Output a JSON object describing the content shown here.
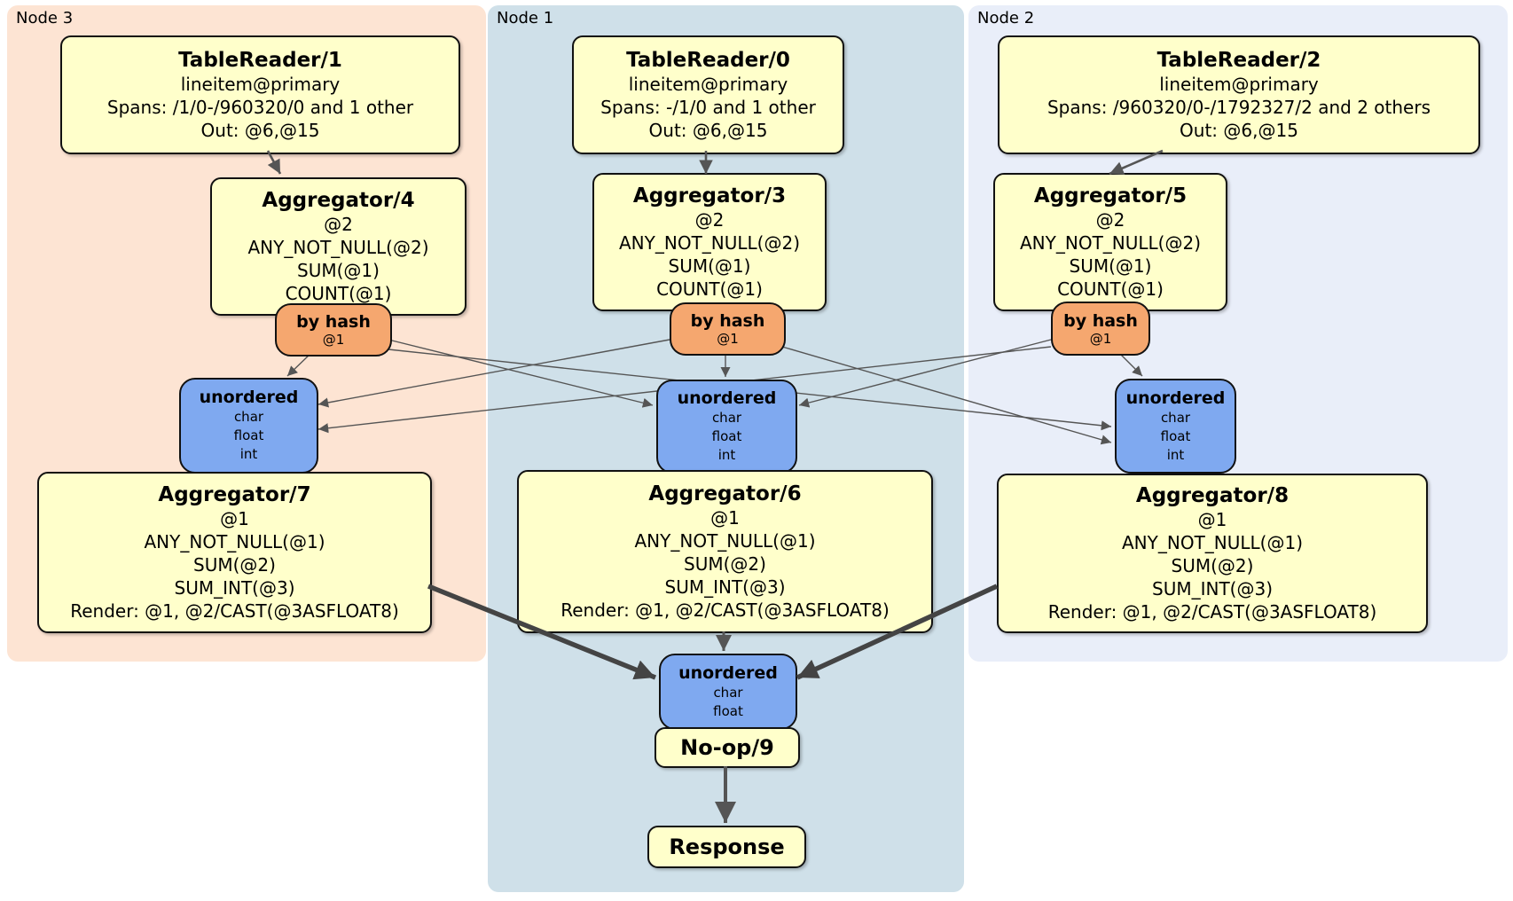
{
  "colors": {
    "node3_bg": "#fde4d3",
    "node1_bg": "#cfe0e9",
    "node2_bg": "#e9eef9",
    "process_bg": "#ffffcb",
    "router_bg": "#f5a76f",
    "sync_bg": "#7fa9f0",
    "edge": "#555555"
  },
  "node3": {
    "label": "Node 3",
    "table_reader": {
      "title": "TableReader/1",
      "lines": [
        "lineitem@primary",
        "Spans: /1/0-/960320/0 and 1 other",
        "Out: @6,@15"
      ]
    },
    "group_aggregator": {
      "title": "Aggregator/4",
      "lines": [
        "@2",
        "ANY_NOT_NULL(@2)",
        "SUM(@1)",
        "COUNT(@1)"
      ]
    },
    "router": {
      "label": "by hash",
      "detail": "@1"
    },
    "sync": {
      "label": "unordered",
      "lines": [
        "char",
        "float",
        "int"
      ]
    },
    "final_aggregator": {
      "title": "Aggregator/7",
      "lines": [
        "@1",
        "ANY_NOT_NULL(@1)",
        "SUM(@2)",
        "SUM_INT(@3)",
        "Render: @1, @2/CAST(@3ASFLOAT8)"
      ]
    }
  },
  "node1": {
    "label": "Node 1",
    "table_reader": {
      "title": "TableReader/0",
      "lines": [
        "lineitem@primary",
        "Spans: -/1/0 and 1 other",
        "Out: @6,@15"
      ]
    },
    "group_aggregator": {
      "title": "Aggregator/3",
      "lines": [
        "@2",
        "ANY_NOT_NULL(@2)",
        "SUM(@1)",
        "COUNT(@1)"
      ]
    },
    "router": {
      "label": "by hash",
      "detail": "@1"
    },
    "sync": {
      "label": "unordered",
      "lines": [
        "char",
        "float",
        "int"
      ]
    },
    "final_aggregator": {
      "title": "Aggregator/6",
      "lines": [
        "@1",
        "ANY_NOT_NULL(@1)",
        "SUM(@2)",
        "SUM_INT(@3)",
        "Render: @1, @2/CAST(@3ASFLOAT8)"
      ]
    },
    "merge_sync": {
      "label": "unordered",
      "lines": [
        "char",
        "float"
      ]
    },
    "noop": {
      "label": "No-op/9"
    },
    "response": {
      "label": "Response"
    }
  },
  "node2": {
    "label": "Node 2",
    "table_reader": {
      "title": "TableReader/2",
      "lines": [
        "lineitem@primary",
        "Spans: /960320/0-/1792327/2 and 2 others",
        "Out: @6,@15"
      ]
    },
    "group_aggregator": {
      "title": "Aggregator/5",
      "lines": [
        "@2",
        "ANY_NOT_NULL(@2)",
        "SUM(@1)",
        "COUNT(@1)"
      ]
    },
    "router": {
      "label": "by hash",
      "detail": "@1"
    },
    "sync": {
      "label": "unordered",
      "lines": [
        "char",
        "float",
        "int"
      ]
    },
    "final_aggregator": {
      "title": "Aggregator/8",
      "lines": [
        "@1",
        "ANY_NOT_NULL(@1)",
        "SUM(@2)",
        "SUM_INT(@3)",
        "Render: @1, @2/CAST(@3ASFLOAT8)"
      ]
    }
  }
}
